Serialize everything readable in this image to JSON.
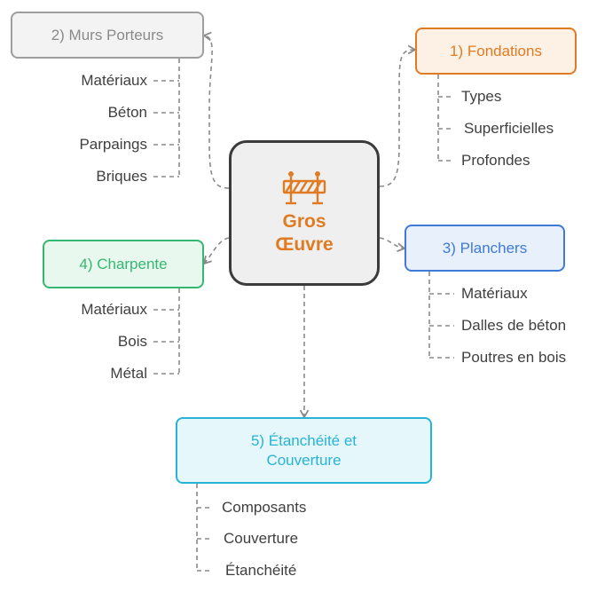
{
  "center": {
    "title": "Gros Œuvre",
    "icon": "roadblock-icon",
    "color": "#e07b22"
  },
  "branches": [
    {
      "key": "fondations",
      "label": "1) Fondations",
      "color": "#e07b22",
      "items": [
        "Types",
        "Superficielles",
        "Profondes"
      ]
    },
    {
      "key": "murs",
      "label": "2) Murs Porteurs",
      "color": "#9e9e9e",
      "items": [
        "Matériaux",
        "Béton",
        "Parpaings",
        "Briques"
      ]
    },
    {
      "key": "planchers",
      "label": "3) Planchers",
      "color": "#3f7ad8",
      "items": [
        "Matériaux",
        "Dalles de béton",
        "Poutres en bois"
      ]
    },
    {
      "key": "charpente",
      "label": "4) Charpente",
      "color": "#34b871",
      "items": [
        "Matériaux",
        "Bois",
        "Métal"
      ]
    },
    {
      "key": "etancheite",
      "label": "5) Étanchéité et Couverture",
      "color": "#27b3d6",
      "items": [
        "Composants",
        "Couverture",
        "Étanchéité"
      ]
    }
  ]
}
